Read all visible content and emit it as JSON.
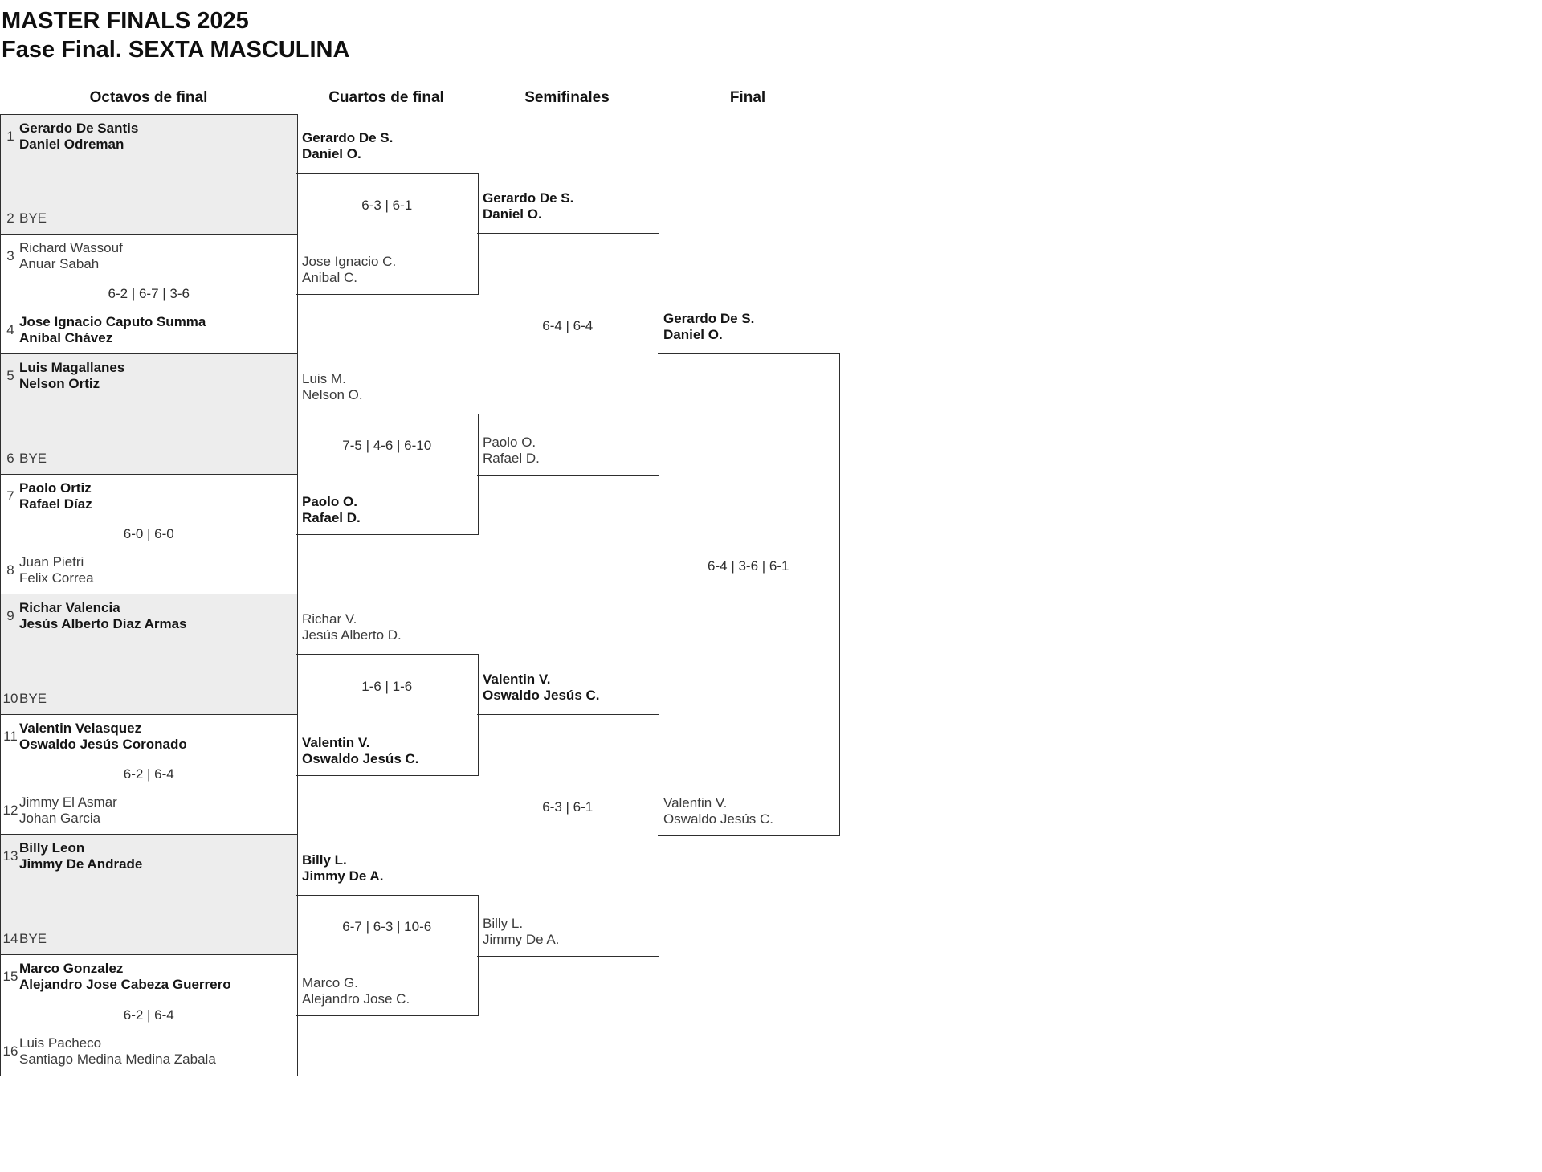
{
  "title": {
    "line1": "MASTER FINALS 2025",
    "line2": "Fase Final. SEXTA MASCULINA"
  },
  "headers": [
    "Octavos de final",
    "Cuartos de final",
    "Semifinales",
    "Final"
  ],
  "round_of_16": [
    {
      "seed_a": "1",
      "team_a": [
        "Gerardo De Santis",
        "Daniel Odreman"
      ],
      "score": "",
      "seed_b": "2",
      "team_b": [
        "BYE"
      ]
    },
    {
      "seed_a": "3",
      "team_a": [
        "Richard Wassouf",
        "Anuar Sabah"
      ],
      "score": "6-2 | 6-7 | 3-6",
      "seed_b": "4",
      "team_b": [
        "Jose Ignacio Caputo Summa",
        "Anibal Chávez"
      ]
    },
    {
      "seed_a": "5",
      "team_a": [
        "Luis Magallanes",
        "Nelson Ortiz"
      ],
      "score": "",
      "seed_b": "6",
      "team_b": [
        "BYE"
      ]
    },
    {
      "seed_a": "7",
      "team_a": [
        "Paolo Ortiz",
        "Rafael Díaz"
      ],
      "score": "6-0 | 6-0",
      "seed_b": "8",
      "team_b": [
        "Juan Pietri",
        "Felix Correa"
      ]
    },
    {
      "seed_a": "9",
      "team_a": [
        "Richar Valencia",
        "Jesús Alberto Diaz Armas"
      ],
      "score": "",
      "seed_b": "10",
      "team_b": [
        "BYE"
      ]
    },
    {
      "seed_a": "11",
      "team_a": [
        "Valentin Velasquez",
        "Oswaldo Jesús Coronado"
      ],
      "score": "6-2 | 6-4",
      "seed_b": "12",
      "team_b": [
        "Jimmy El Asmar",
        "Johan Garcia"
      ]
    },
    {
      "seed_a": "13",
      "team_a": [
        "Billy Leon",
        "Jimmy De Andrade"
      ],
      "score": "",
      "seed_b": "14",
      "team_b": [
        "BYE"
      ]
    },
    {
      "seed_a": "15",
      "team_a": [
        "Marco Gonzalez",
        "Alejandro Jose Cabeza Guerrero"
      ],
      "score": "6-2 | 6-4",
      "seed_b": "16",
      "team_b": [
        "Luis Pacheco",
        "Santiago Medina Medina Zabala"
      ]
    }
  ],
  "quarterfinals": [
    {
      "top": [
        "Gerardo De S.",
        "Daniel O."
      ],
      "score": "6-3 | 6-1",
      "bottom": [
        "Jose Ignacio C.",
        "Anibal C."
      ]
    },
    {
      "top": [
        "Luis M.",
        "Nelson O."
      ],
      "score": "7-5 | 4-6 | 6-10",
      "bottom": [
        "Paolo O.",
        "Rafael D."
      ]
    },
    {
      "top": [
        "Richar V.",
        "Jesús Alberto D."
      ],
      "score": "1-6 | 1-6",
      "bottom": [
        "Valentin V.",
        "Oswaldo Jesús C."
      ]
    },
    {
      "top": [
        "Billy L.",
        "Jimmy De A."
      ],
      "score": "6-7 | 6-3 | 10-6",
      "bottom": [
        "Marco G.",
        "Alejandro Jose C."
      ]
    }
  ],
  "semifinals": [
    {
      "top": [
        "Gerardo De S.",
        "Daniel O."
      ],
      "score": "6-4 | 6-4",
      "bottom": [
        "Paolo O.",
        "Rafael D."
      ]
    },
    {
      "top": [
        "Valentin V.",
        "Oswaldo Jesús C."
      ],
      "score": "6-3 | 6-1",
      "bottom": [
        "Billy L.",
        "Jimmy De A."
      ]
    }
  ],
  "final": {
    "top": [
      "Gerardo De S.",
      "Daniel O."
    ],
    "score": "6-4 | 3-6 | 6-1",
    "bottom": [
      "Valentin V.",
      "Oswaldo Jesús C."
    ]
  },
  "colors": {
    "box_fill_gray": "#ededed",
    "box_fill_white": "#ffffff",
    "line": "#2e2e2e",
    "text_strong": "#151515",
    "text_regular": "#3b3b3b"
  }
}
